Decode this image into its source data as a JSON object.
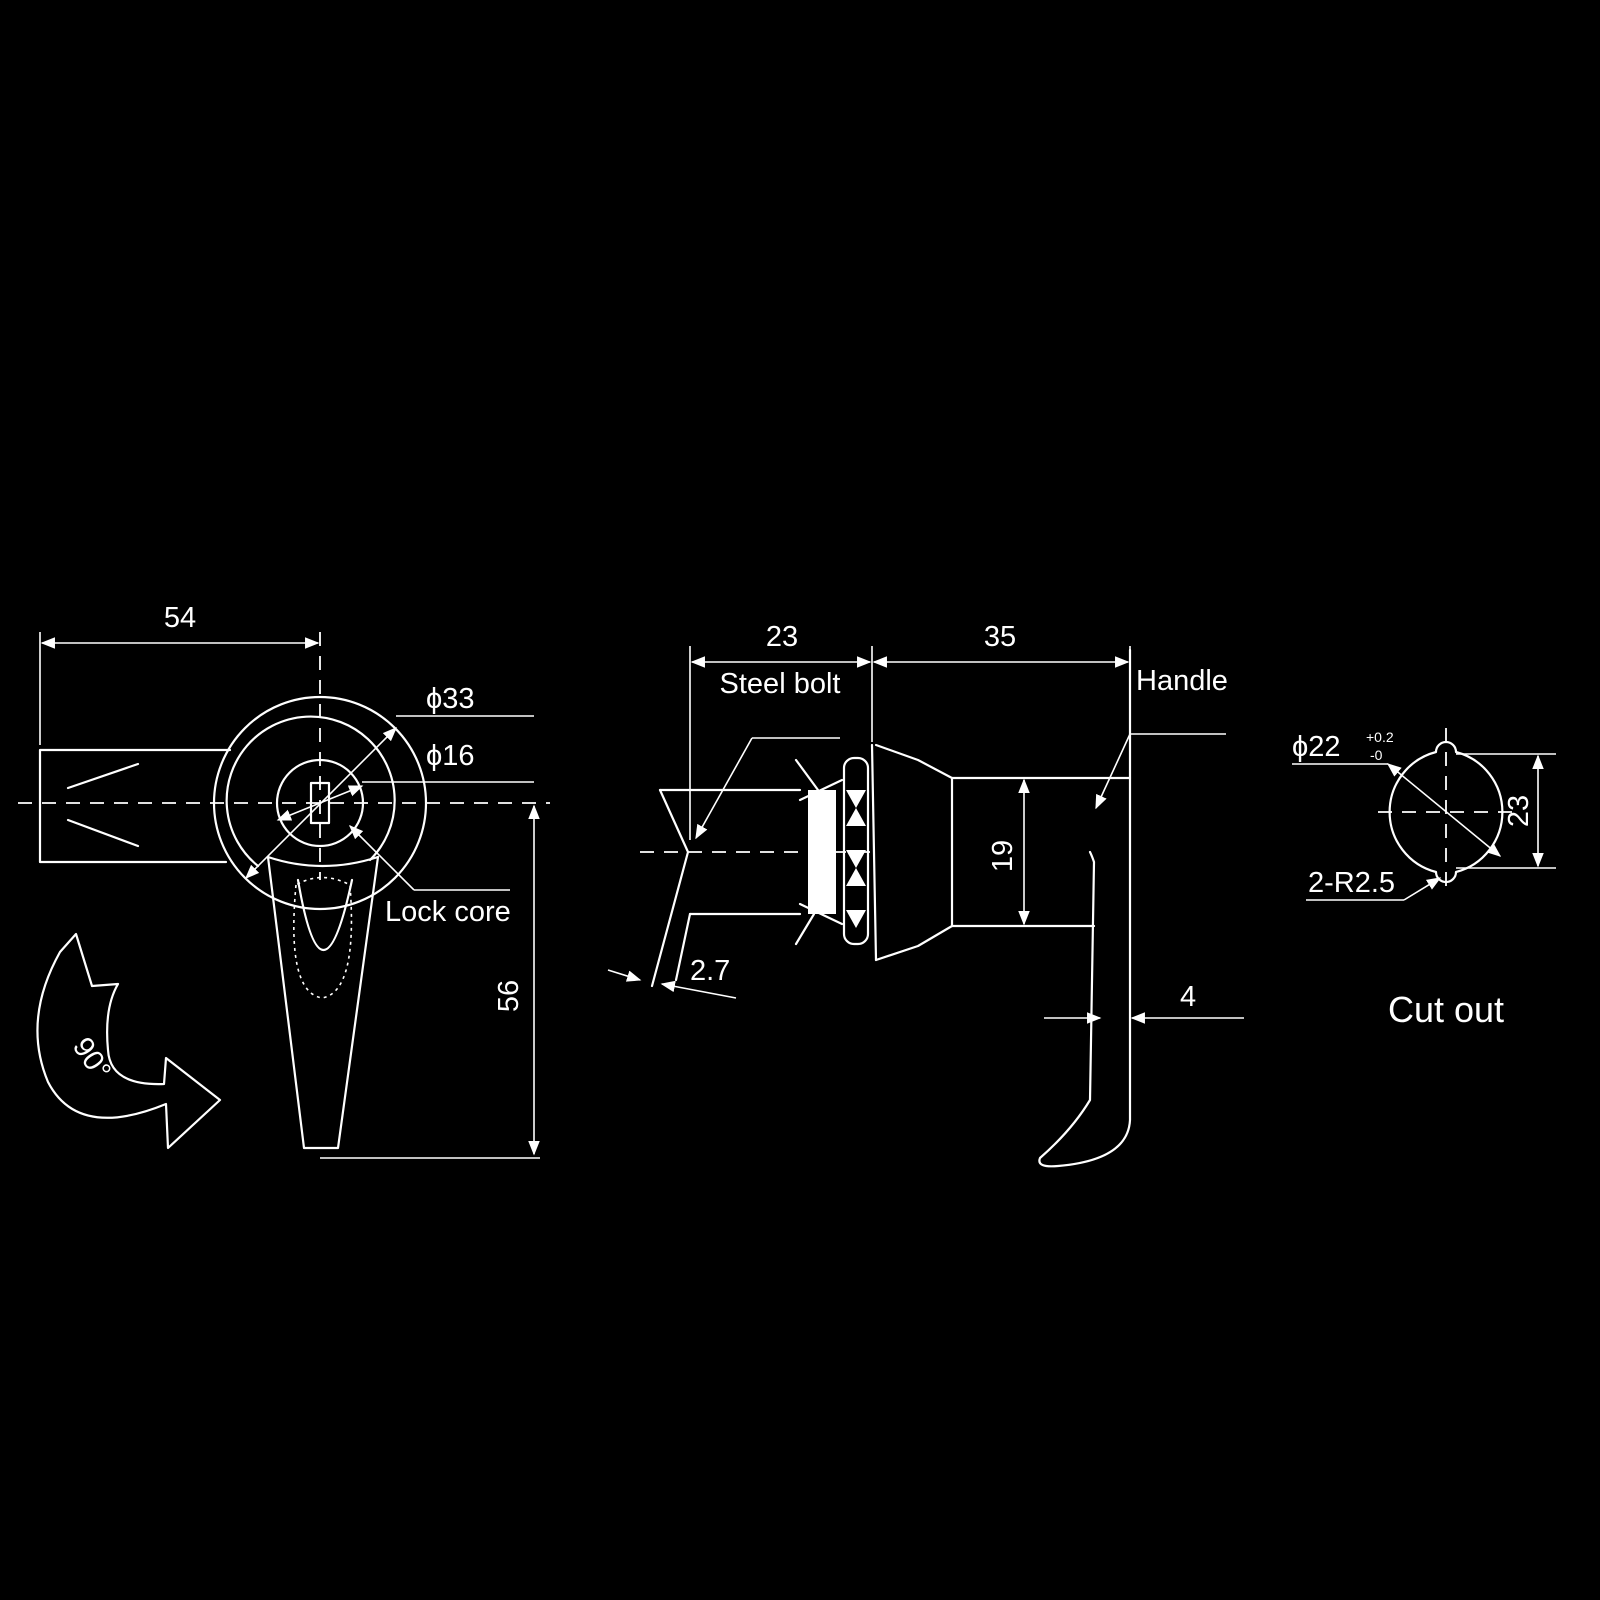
{
  "front_view": {
    "dim_width": "54",
    "dim_outer_dia": "ϕ33",
    "dim_core_dia": "ϕ16",
    "dim_height": "56",
    "label_lock_core": "Lock core",
    "rotation_label": "90°"
  },
  "side_view": {
    "dim_bolt_length": "23",
    "dim_body_length": "35",
    "label_steel_bolt": "Steel bolt",
    "label_handle": "Handle",
    "dim_bolt_thickness": "2.7",
    "dim_neck_height": "19",
    "dim_handle_thickness": "4"
  },
  "cut_out": {
    "dim_dia": "ϕ22",
    "tol_upper": "+0.2",
    "tol_lower": "-0",
    "dim_flat": "23",
    "dim_radius": "2-R2.5",
    "title": "Cut out"
  },
  "colors": {
    "background": "#000000",
    "line": "#ffffff"
  }
}
